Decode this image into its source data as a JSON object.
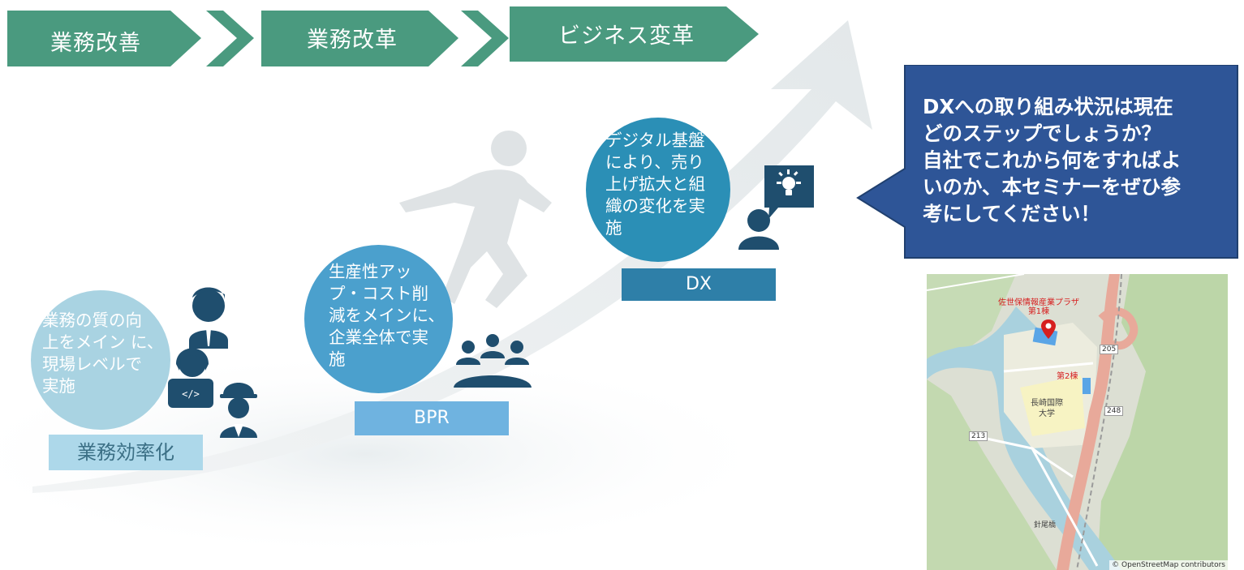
{
  "colors": {
    "chevron": "#4a9a7f",
    "circle1": "#a9d3e2",
    "circle2": "#4ba0cd",
    "circle3": "#2b8fb6",
    "label1": "#add8ea",
    "label2": "#6fb3e0",
    "label3": "#2e7fa8",
    "callout": "#2e5597",
    "icon_dark": "#1f4e6e"
  },
  "stages": [
    {
      "label": "業務改善"
    },
    {
      "label": "業務改革"
    },
    {
      "label": "ビジネス変革"
    }
  ],
  "steps": [
    {
      "circle_text": "業務の質の向\n上をメイン に、\n現場レベルで\n実施",
      "label": "業務効率化",
      "icon": "people-icon"
    },
    {
      "circle_text": "生産性アッ\nプ・コスト削\n減をメインに、\n企業全体で実\n施",
      "label": "BPR",
      "icon": "meeting-group-icon"
    },
    {
      "circle_text": "デジタル基盤\nにより、売り\n上げ拡大と組\n織の変化を実\n施",
      "label": "DX",
      "icon": "idea-person-icon"
    }
  ],
  "callout": {
    "text": "DXへの取り組み状況は現在\nどのステップでしょうか？\n自社でこれから何をすればよ\nいのか、本セミナーをぜひ参\n考にしてください！"
  },
  "map": {
    "building1": "佐世保情報産業プラザ\n第1棟",
    "building2": "第2棟",
    "university": "長崎国際\n大学",
    "road_205": "205",
    "road_248": "248",
    "road_213": "213",
    "bridge": "針尾橋",
    "attribution": "© OpenStreetMap contributors",
    "icon": "map-pin-icon"
  }
}
